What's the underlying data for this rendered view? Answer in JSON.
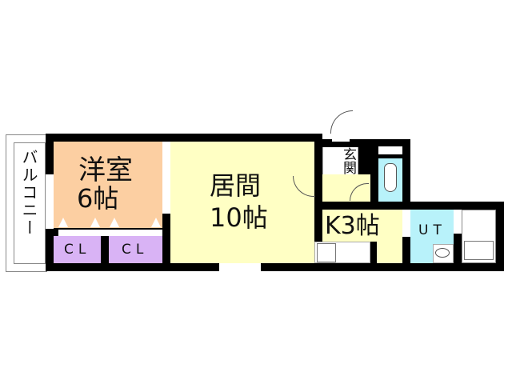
{
  "floorplan": {
    "colors": {
      "western_room": "#FCCFA2",
      "living": "#FFFFC4",
      "closet": "#D9B3F5",
      "water": "#B8F2FA",
      "wall": "#000000"
    },
    "balcony": {
      "label": "バルコニー"
    },
    "western_room": {
      "name": "洋室",
      "size": "6帖"
    },
    "closets": [
      {
        "label": "CL"
      },
      {
        "label": "CL"
      }
    ],
    "living": {
      "name": "居間",
      "size": "10帖"
    },
    "entrance": {
      "label": "玄関"
    },
    "kitchen": {
      "label": "K3帖"
    },
    "utility": {
      "label": "UT"
    }
  }
}
